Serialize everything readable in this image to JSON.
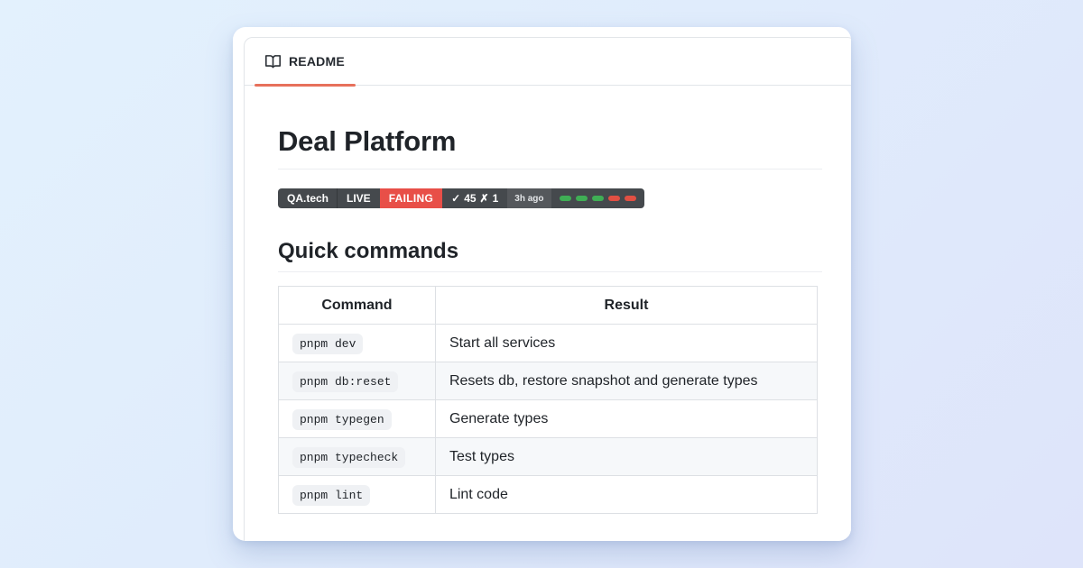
{
  "background": {
    "gradient_start": "#e3f1fd",
    "gradient_end": "#dee4fa"
  },
  "card": {
    "tab_bar": {
      "tab_label": "README",
      "icon": "book-icon",
      "underline_color": "#e7705b"
    },
    "title": "Deal Platform",
    "status_badge": {
      "brand": "QA.tech",
      "live_label": "LIVE",
      "status_label": "FAILING",
      "pass_icon": "✓",
      "pass_count": "45",
      "fail_icon": "✗",
      "fail_count": "1",
      "time_ago": "3h ago",
      "history": [
        "pass",
        "pass",
        "pass",
        "fail",
        "fail"
      ],
      "colors": {
        "bar_bg": "#45494d",
        "time_bg": "#55585c",
        "failing_bg": "#e84f48",
        "pass_dot": "#3fae55",
        "fail_dot": "#e25043"
      }
    },
    "section_heading": "Quick commands",
    "table": {
      "headers": [
        "Command",
        "Result"
      ],
      "rows": [
        {
          "command": "pnpm dev",
          "result": "Start all services"
        },
        {
          "command": "pnpm db:reset",
          "result": "Resets db, restore snapshot and generate types"
        },
        {
          "command": "pnpm typegen",
          "result": "Generate types"
        },
        {
          "command": "pnpm typecheck",
          "result": "Test types"
        },
        {
          "command": "pnpm lint",
          "result": "Lint code"
        }
      ]
    }
  }
}
